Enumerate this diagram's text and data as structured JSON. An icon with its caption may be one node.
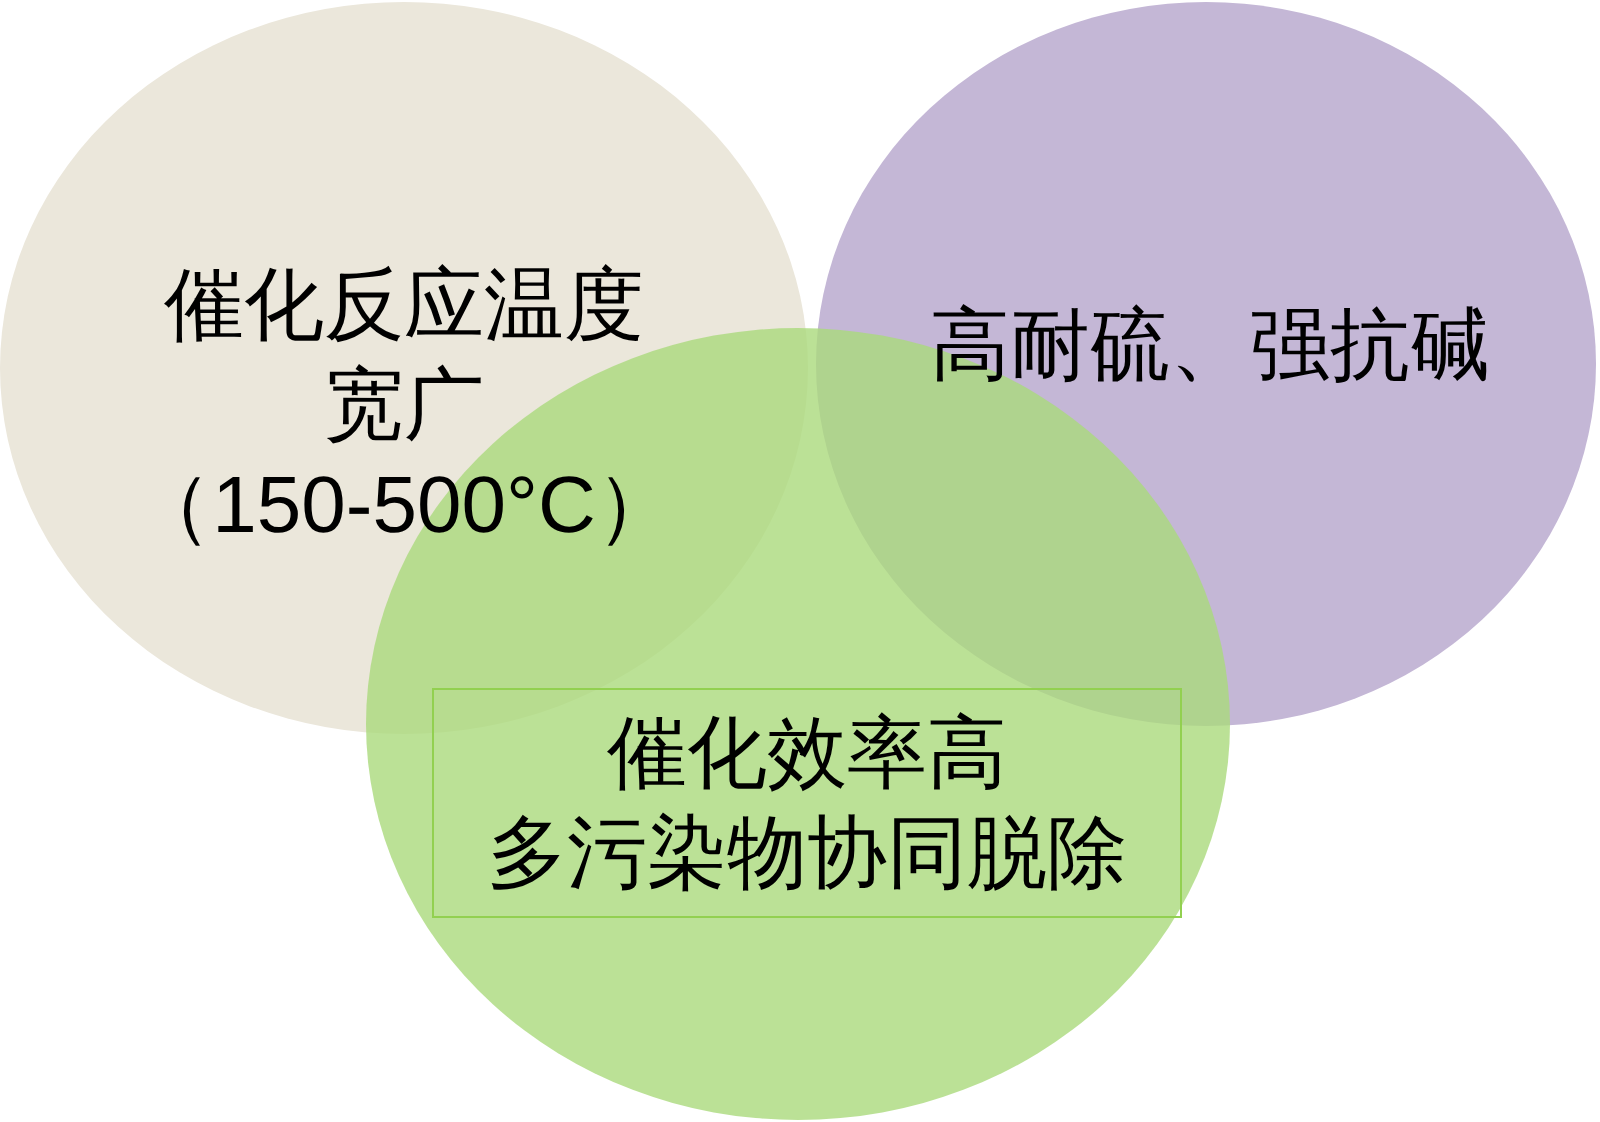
{
  "diagram": {
    "nodes": [
      {
        "text": [
          "催化反应温度宽广",
          "（150-500°C）"
        ]
      },
      {
        "text": [
          "高耐硫、强抗碱"
        ]
      },
      {
        "text": [],
        "shape": "circle"
      },
      {
        "text": [
          "催化效率高",
          "多污染物协同脱除"
        ],
        "in": 2
      }
    ]
  }
}
